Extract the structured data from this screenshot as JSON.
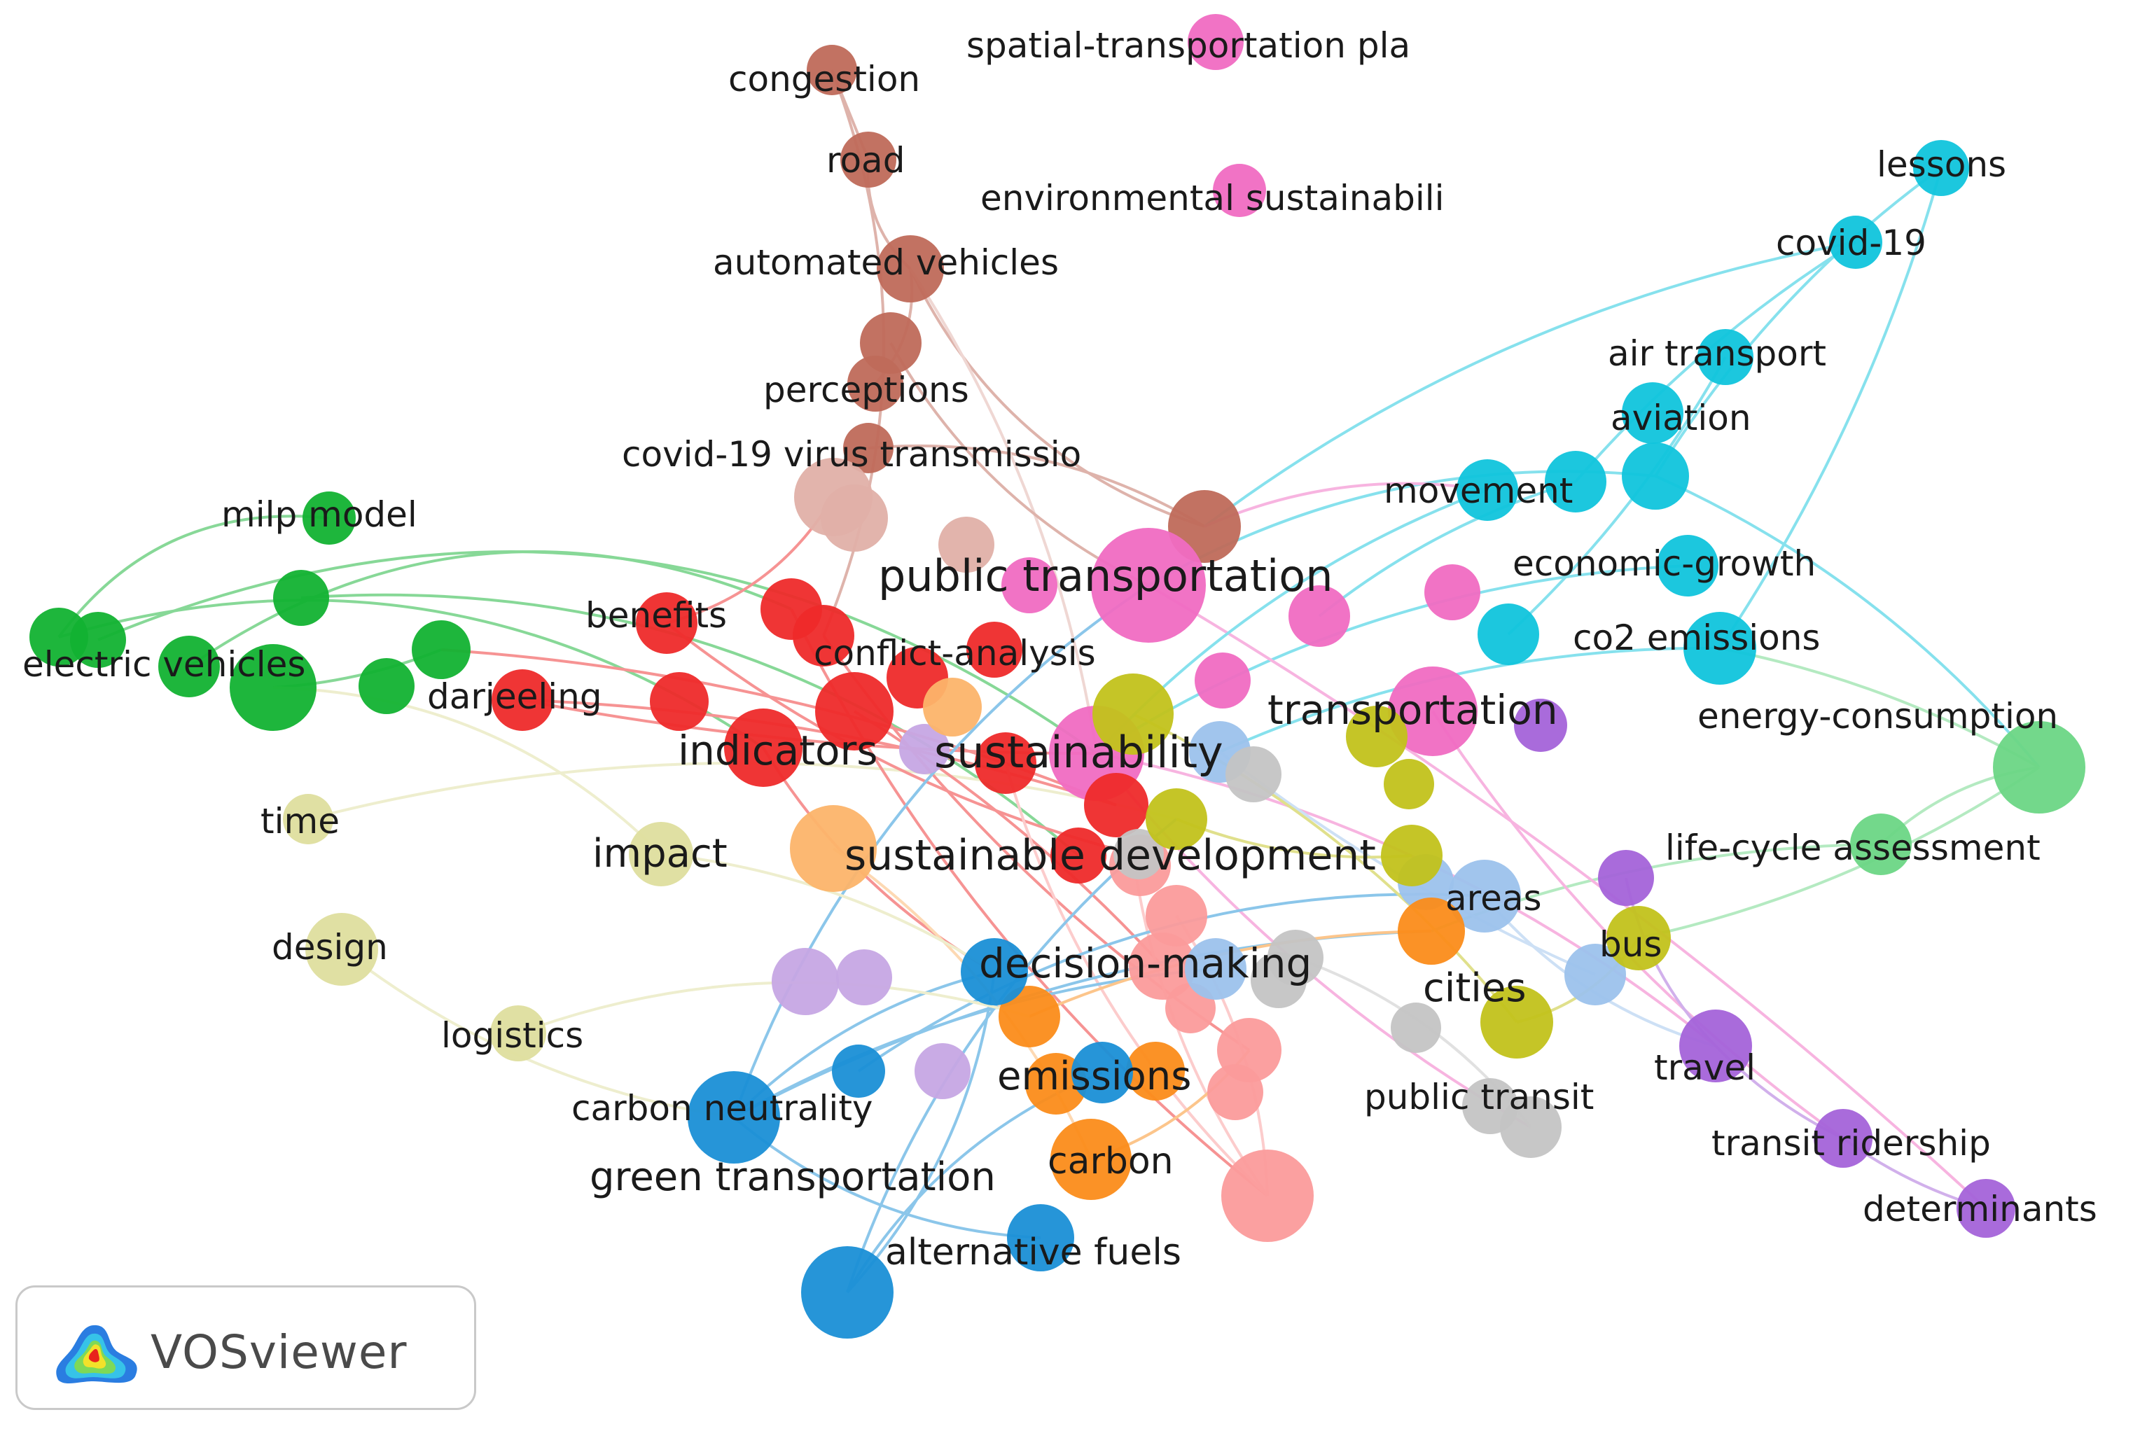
{
  "logo": {
    "text": "VOSviewer"
  },
  "colors": {
    "red": "#ee2a2a",
    "green": "#12b232",
    "blue": "#1a8fd6",
    "olive": "#c2c21b",
    "purple": "#a463d9",
    "cyan": "#10c4dc",
    "orange": "#fb8c1a",
    "brown": "#bf6a5a",
    "pink": "#f06cc2",
    "lightgreen": "#6bd685",
    "lightblue": "#9cc2ec",
    "gray": "#c4c4c4",
    "salmon": "#fb9b9b",
    "lavender": "#c6a6e4",
    "rosybrown": "#e0b0a8",
    "khaki": "#dede9e",
    "peach": "#fcb46a"
  },
  "nodes": [
    {
      "id": "spatial",
      "label": "spatial-transportation pla",
      "cluster": "pink"
    },
    {
      "id": "congestion",
      "label": "congestion",
      "cluster": "brown"
    },
    {
      "id": "road",
      "label": "road",
      "cluster": "brown"
    },
    {
      "id": "envsus",
      "label": "environmental sustainabili",
      "cluster": "pink"
    },
    {
      "id": "automated",
      "label": "automated vehicles",
      "cluster": "brown"
    },
    {
      "id": "perceptions",
      "label": "perceptions",
      "cluster": "brown"
    },
    {
      "id": "covidvirus",
      "label": "covid-19 virus transmissio",
      "cluster": "brown"
    },
    {
      "id": "lessons",
      "label": "lessons",
      "cluster": "cyan"
    },
    {
      "id": "covid19",
      "label": "covid-19",
      "cluster": "cyan"
    },
    {
      "id": "airtransport",
      "label": "air transport",
      "cluster": "cyan"
    },
    {
      "id": "aviation",
      "label": "aviation",
      "cluster": "cyan"
    },
    {
      "id": "movement",
      "label": "movement",
      "cluster": "cyan"
    },
    {
      "id": "econgrowth",
      "label": "economic-growth",
      "cluster": "cyan"
    },
    {
      "id": "co2",
      "label": "co2 emissions",
      "cluster": "cyan"
    },
    {
      "id": "milp",
      "label": "milp model",
      "cluster": "green"
    },
    {
      "id": "publictransportation",
      "label": "public transportation",
      "cluster": "pink"
    },
    {
      "id": "benefits",
      "label": "benefits",
      "cluster": "red"
    },
    {
      "id": "conflict",
      "label": "conflict-analysis",
      "cluster": "red"
    },
    {
      "id": "electric",
      "label": "electric vehicles",
      "cluster": "green"
    },
    {
      "id": "darjeeling",
      "label": "darjeeling",
      "cluster": "red"
    },
    {
      "id": "transportation",
      "label": "transportation",
      "cluster": "pink"
    },
    {
      "id": "energycons",
      "label": "energy-consumption",
      "cluster": "lightgreen"
    },
    {
      "id": "indicators",
      "label": "indicators",
      "cluster": "red"
    },
    {
      "id": "sustainability",
      "label": "sustainability",
      "cluster": "pink"
    },
    {
      "id": "time",
      "label": "time",
      "cluster": "khaki"
    },
    {
      "id": "impact",
      "label": "impact",
      "cluster": "khaki"
    },
    {
      "id": "sustdev",
      "label": "sustainable development",
      "cluster": "salmon"
    },
    {
      "id": "lca",
      "label": "life-cycle assessment",
      "cluster": "lightgreen"
    },
    {
      "id": "areas",
      "label": "areas",
      "cluster": "lightblue"
    },
    {
      "id": "design",
      "label": "design",
      "cluster": "khaki"
    },
    {
      "id": "bus",
      "label": "bus",
      "cluster": "olive"
    },
    {
      "id": "decision",
      "label": "decision-making",
      "cluster": "blue"
    },
    {
      "id": "cities",
      "label": "cities",
      "cluster": "olive"
    },
    {
      "id": "logistics",
      "label": "logistics",
      "cluster": "khaki"
    },
    {
      "id": "travel",
      "label": "travel",
      "cluster": "purple"
    },
    {
      "id": "emissions",
      "label": "emissions",
      "cluster": "orange"
    },
    {
      "id": "publictransit",
      "label": "public transit",
      "cluster": "gray"
    },
    {
      "id": "carbonneutrality",
      "label": "carbon neutrality",
      "cluster": "blue"
    },
    {
      "id": "transitridership",
      "label": "transit ridership",
      "cluster": "purple"
    },
    {
      "id": "carbon",
      "label": "carbon",
      "cluster": "orange"
    },
    {
      "id": "greentransportation",
      "label": "green transportation",
      "cluster": "blue"
    },
    {
      "id": "determinants",
      "label": "determinants",
      "cluster": "purple"
    },
    {
      "id": "altfuels",
      "label": "alternative fuels",
      "cluster": "blue"
    }
  ]
}
